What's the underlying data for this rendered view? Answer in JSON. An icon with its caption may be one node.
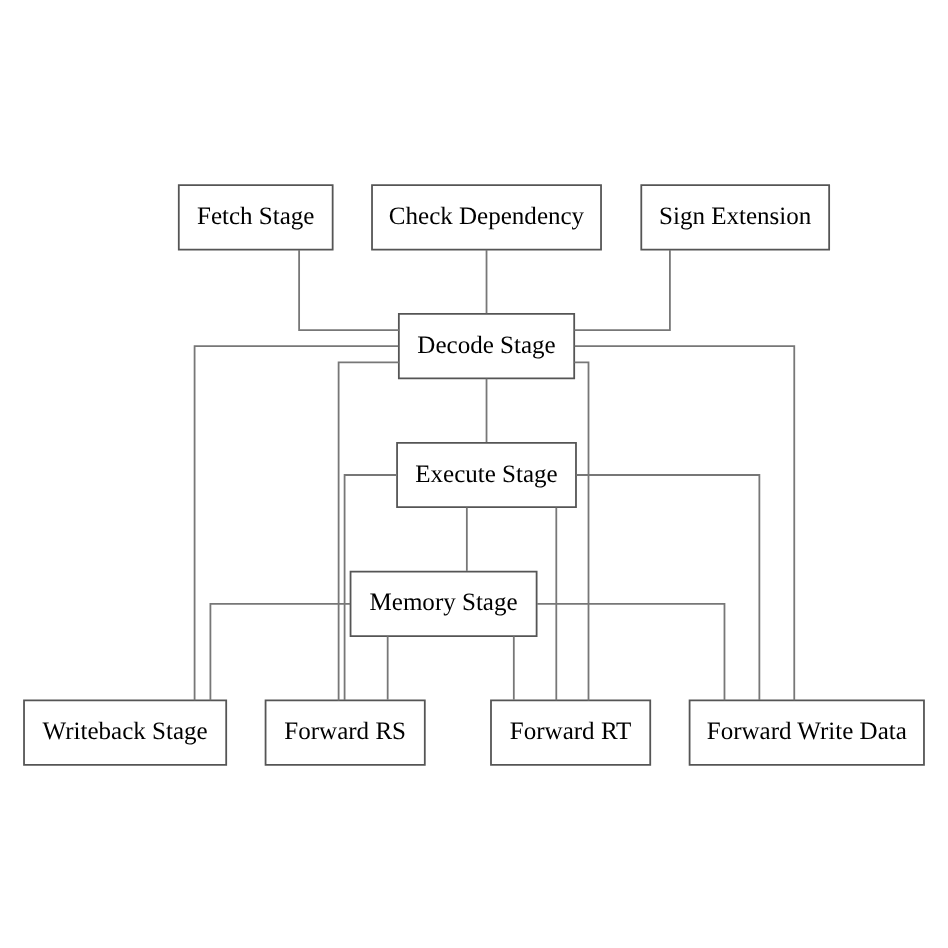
{
  "diagram": {
    "nodes": [
      {
        "text": [
          "Fetch Stage"
        ]
      },
      {
        "text": [
          "Check Dependency"
        ]
      },
      {
        "text": [
          "Sign Extension"
        ]
      },
      {
        "text": [
          "Execute Stage"
        ]
      },
      {
        "text": [
          "Memory Stage"
        ]
      },
      {
        "text": [
          "Writeback Stage"
        ]
      },
      {
        "text": [
          "Decode Stage"
        ]
      },
      {
        "text": [
          "Forward Write Data"
        ]
      },
      {
        "text": [
          "Forward RT"
        ]
      },
      {
        "text": [
          "Forward RS"
        ]
      }
    ],
    "edges": [
      {
        "from": 0,
        "to": 6,
        "arrow": "none"
      },
      {
        "from": 1,
        "to": 6,
        "arrow": "none"
      },
      {
        "from": 2,
        "to": 6,
        "arrow": "none"
      },
      {
        "from": 6,
        "to": 3,
        "arrow": "none"
      },
      {
        "from": 3,
        "to": 4,
        "arrow": "none"
      },
      {
        "from": 4,
        "to": 5,
        "arrow": "none"
      },
      {
        "from": 5,
        "to": 6,
        "arrow": "none"
      },
      {
        "from": 3,
        "to": 7,
        "arrow": "none"
      },
      {
        "from": 3,
        "to": 8,
        "arrow": "none"
      },
      {
        "from": 3,
        "to": 9,
        "arrow": "none"
      },
      {
        "from": 4,
        "to": 7,
        "arrow": "none"
      },
      {
        "from": 4,
        "to": 8,
        "arrow": "none"
      },
      {
        "from": 4,
        "to": 9,
        "arrow": "none"
      },
      {
        "from": 7,
        "to": 6,
        "arrow": "none"
      },
      {
        "from": 8,
        "to": 6,
        "arrow": "none"
      },
      {
        "from": 9,
        "to": 6,
        "arrow": "none"
      }
    ]
  }
}
